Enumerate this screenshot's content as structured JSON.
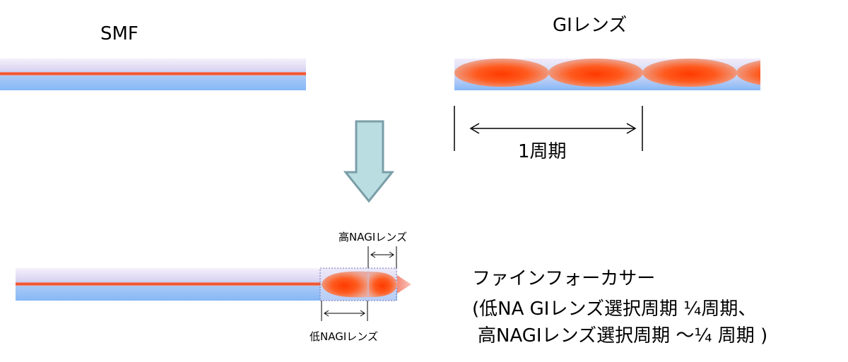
{
  "labels": {
    "smf": "SMF",
    "gi_lens": "GIレンズ",
    "period": "1周期",
    "high_na_gi": "高NAGIレンズ",
    "low_na_gi": "低NAGIレンズ",
    "fine_focuser_line1": "ファインフォーカサー",
    "fine_focuser_line2": "(低NA GIレンズ選択周期 ¼周期、",
    "fine_focuser_line3": "高NAGIレンズ選択周期 ～¼ 周期 )"
  },
  "colors": {
    "core": "#ee4a23",
    "cladding_blue": "#8fbdf7",
    "cladding_light": "#ece6f7",
    "arrow_fill": "#b9dde0",
    "arrow_stroke": "#7a9ea8",
    "lens_orange": "#ff4a10",
    "tip_pink": "#f6a69b"
  },
  "icons": {
    "arrow": "down-arrow-icon"
  }
}
